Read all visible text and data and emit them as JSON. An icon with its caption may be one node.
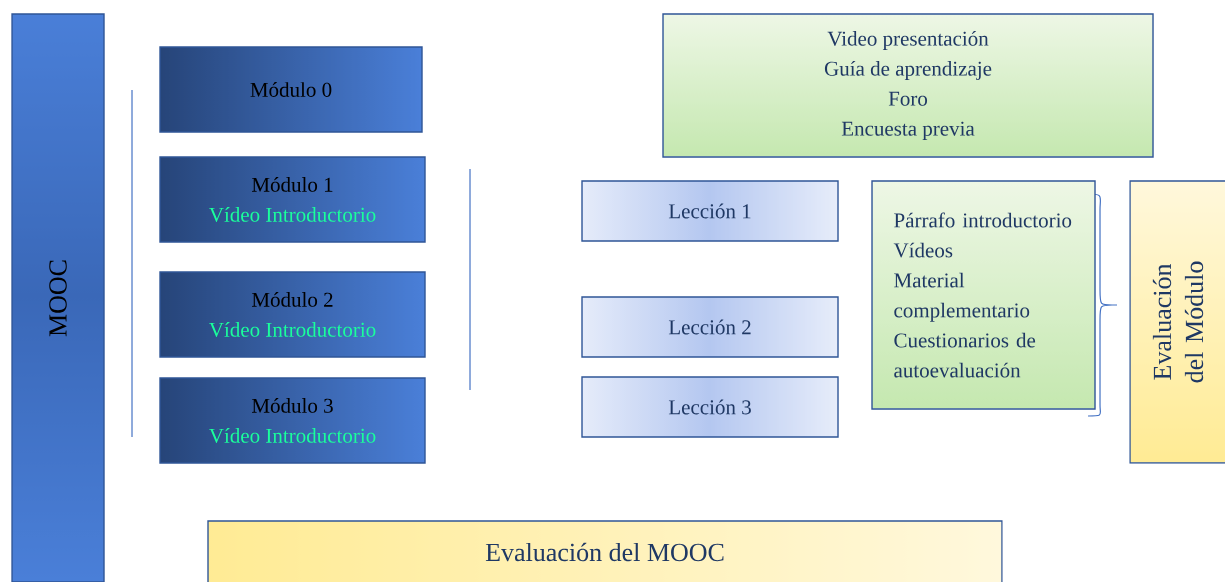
{
  "diagram": {
    "nodes": [
      {
        "text": [
          "MOOC"
        ]
      },
      {
        "text": [
          "Módulo 0"
        ]
      },
      {
        "text": [
          "Módulo 1",
          "Vídeo Introductorio"
        ]
      },
      {
        "text": [
          "Módulo 2",
          "Vídeo Introductorio"
        ]
      },
      {
        "text": [
          "Módulo 3",
          "Vídeo Introductorio"
        ]
      },
      {
        "text": [
          "Video presentación",
          "Guía de aprendizaje",
          "Foro",
          "Encuesta previa"
        ]
      },
      {
        "text": [
          "Lección 1"
        ]
      },
      {
        "text": [
          "Lección 2"
        ]
      },
      {
        "text": [
          "Lección 3"
        ]
      },
      {
        "text": [
          "Párrafo introductorio",
          "Vídeos",
          "Material complementario",
          "Cuestionarios de autoevaluación"
        ]
      },
      {
        "text": [
          "Evaluación del Módulo"
        ]
      },
      {
        "text": [
          "Evaluación del MOOC"
        ]
      }
    ]
  }
}
